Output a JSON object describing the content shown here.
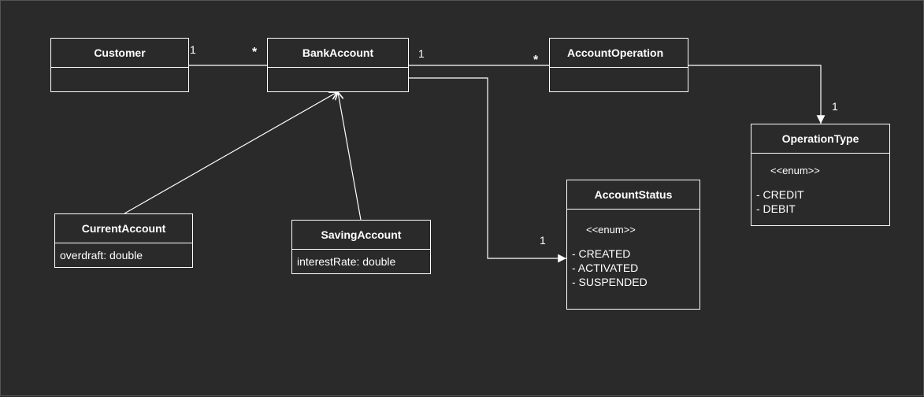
{
  "classes": {
    "customer": {
      "name": "Customer"
    },
    "bank_account": {
      "name": "BankAccount"
    },
    "account_operation": {
      "name": "AccountOperation"
    },
    "operation_type": {
      "name": "OperationType",
      "stereotype": "<<enum>>",
      "literals": [
        "- CREDIT",
        "- DEBIT"
      ]
    },
    "account_status": {
      "name": "AccountStatus",
      "stereotype": "<<enum>>",
      "literals": [
        "- CREATED",
        "- ACTIVATED",
        "- SUSPENDED"
      ]
    },
    "current_account": {
      "name": "CurrentAccount",
      "attribute": "overdraft: double"
    },
    "saving_account": {
      "name": "SavingAccount",
      "attribute": "interestRate: double"
    }
  },
  "multiplicities": {
    "customer_side": "1",
    "bankaccount_many": "*",
    "bankaccount_one": "1",
    "operation_many": "*",
    "operationtype_one": "1",
    "accountstatus_one": "1"
  },
  "colors": {
    "background": "#2a2a2a",
    "stroke": "#ffffff"
  }
}
